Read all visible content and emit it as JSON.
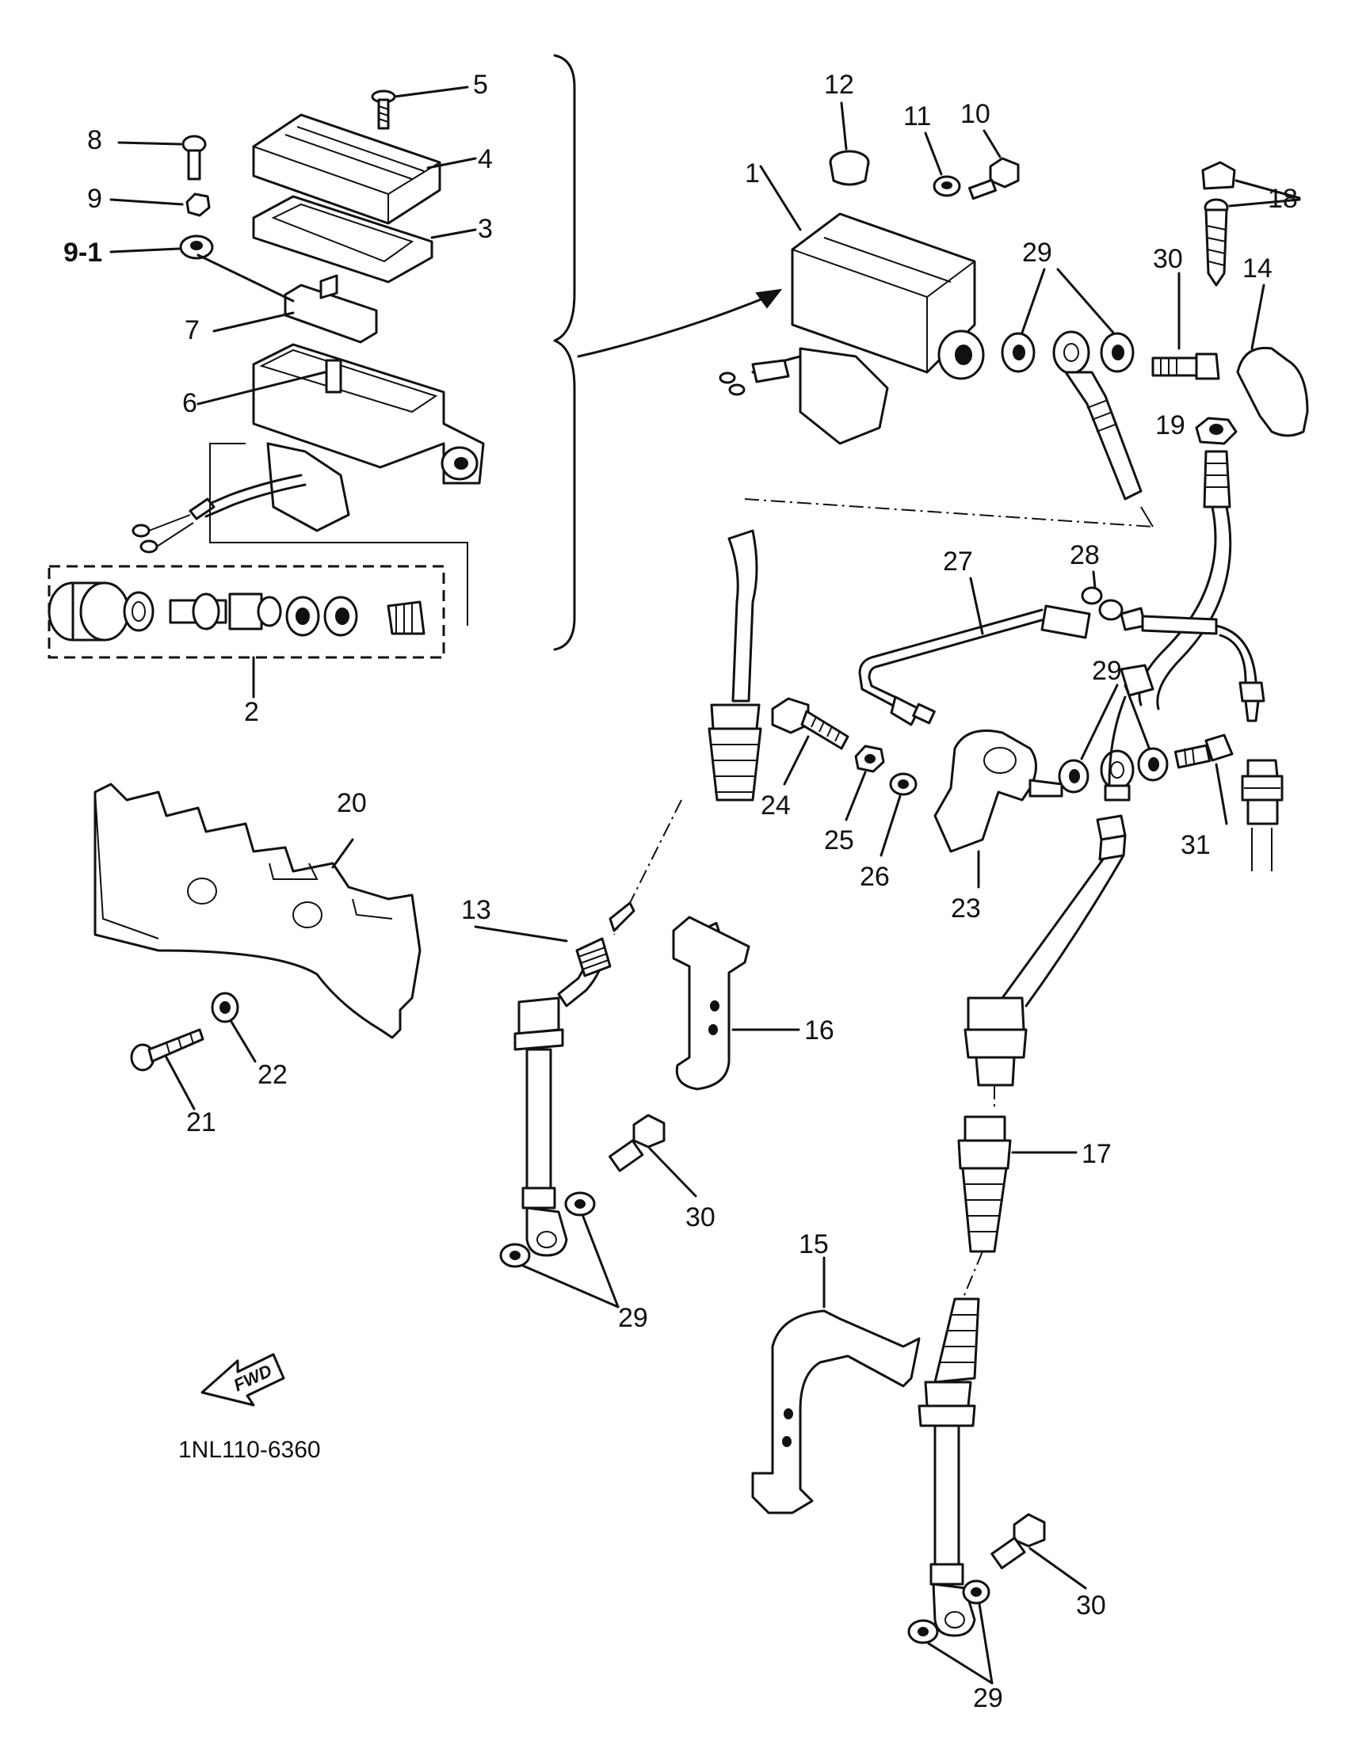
{
  "labels": {
    "p1": "1",
    "p2": "2",
    "p3": "3",
    "p4": "4",
    "p5": "5",
    "p6": "6",
    "p7": "7",
    "p8": "8",
    "p9": "9",
    "p9_1": "9-1",
    "p10": "10",
    "p11": "11",
    "p12": "12",
    "p13": "13",
    "p14": "14",
    "p15": "15",
    "p16": "16",
    "p17": "17",
    "p18": "18",
    "p19": "19",
    "p20": "20",
    "p21": "21",
    "p22": "22",
    "p23": "23",
    "p24": "24",
    "p25": "25",
    "p26": "26",
    "p27": "27",
    "p28": "28",
    "p29": "29",
    "p30": "30",
    "p31": "31"
  },
  "fwd_label": "FWD",
  "diagram_code": "1NL110-6360"
}
